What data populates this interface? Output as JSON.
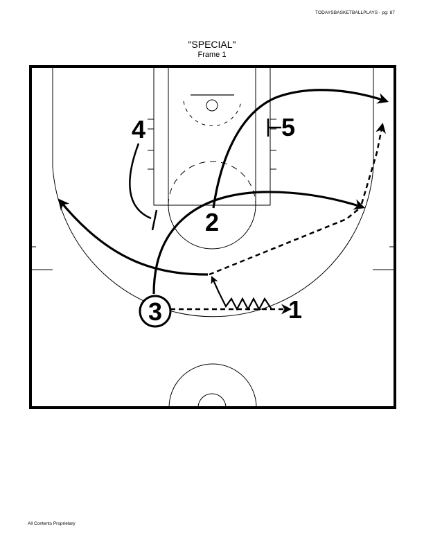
{
  "header": {
    "text": "TODAYSBASKETBALLPLAYS  -  pg:  87"
  },
  "title": "\"SPECIAL\"",
  "subtitle": "Frame  1",
  "footer": {
    "text": "All  Contents  Proprietary"
  },
  "players": [
    {
      "id": "p1",
      "label": "1",
      "has_ball": false
    },
    {
      "id": "p2",
      "label": "2",
      "has_ball": false
    },
    {
      "id": "p3",
      "label": "3",
      "has_ball": true
    },
    {
      "id": "p4",
      "label": "4",
      "has_ball": false
    },
    {
      "id": "p5",
      "label": "5",
      "has_ball": false
    }
  ]
}
